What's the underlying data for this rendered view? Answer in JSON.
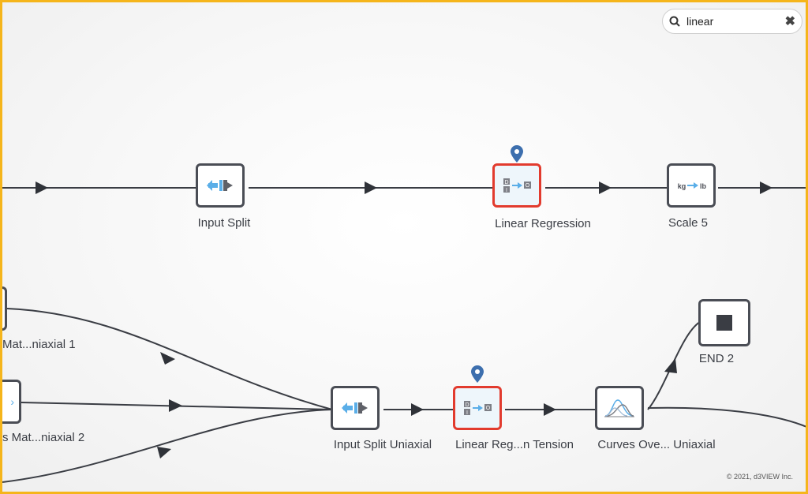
{
  "search": {
    "value": "linear",
    "placeholder": ""
  },
  "nodes": {
    "input_split": {
      "label": "Input Split",
      "icon": "input-split-icon"
    },
    "linear_regression": {
      "label": "Linear Regression",
      "icon": "regression-icon"
    },
    "scale_5": {
      "label": "Scale 5",
      "icon": "kg-to-lb-icon",
      "icon_text_from": "kg",
      "icon_text_to": "lb"
    },
    "mat_uniaxial_1": {
      "label": "Mat...niaxial 1"
    },
    "mat_uniaxial_2": {
      "label": "s Mat...niaxial 2"
    },
    "input_split_uniaxial": {
      "label": "Input Split Uniaxial",
      "icon": "input-split-icon"
    },
    "linear_reg_tension": {
      "label": "Linear Reg...n Tension",
      "icon": "regression-icon"
    },
    "curves_overlay": {
      "label": "Curves Ove... Uniaxial",
      "icon": "curves-icon"
    },
    "end_2": {
      "label": "END 2",
      "icon": "stop-icon"
    }
  },
  "copyright": "© 2021, d3VIEW Inc.",
  "colors": {
    "highlight": "#e23b2e",
    "node_border": "#4a4d55",
    "pin": "#3d6fae",
    "icon_blue": "#5aaee8",
    "frame": "#f5b51b"
  }
}
